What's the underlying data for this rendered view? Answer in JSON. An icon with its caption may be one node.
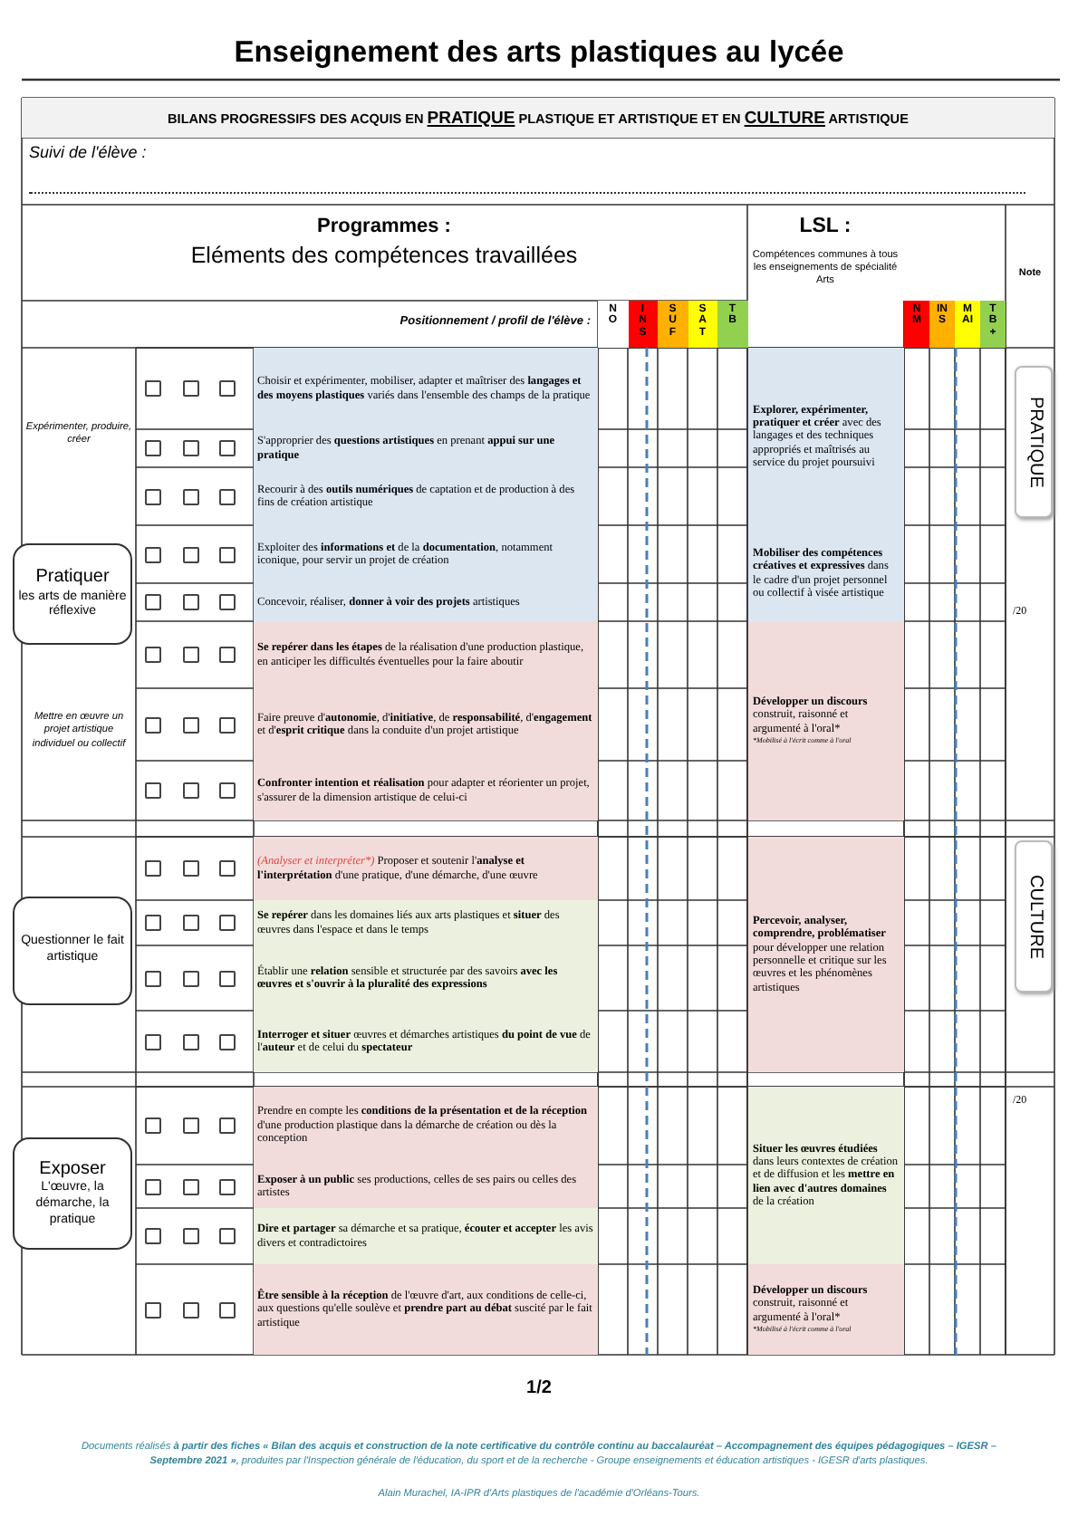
{
  "diagram": {
    "title": "Enseignement des arts plastiques au lycée",
    "nodes": [
      {
        "text": [
          "Pratiquer",
          "les arts de manière réflexive"
        ]
      },
      {
        "text": [
          "PRATIQUE"
        ]
      },
      {
        "text": [
          "Questionner le fait artistique"
        ]
      },
      {
        "text": [
          "CULTURE"
        ]
      },
      {
        "text": [
          "Exposer",
          "L'œuvre, la démarche, la pratique"
        ]
      }
    ],
    "labels": [
      "BILANS PROGRESSIFS DES ACQUIS EN **PRATIQUE** PLASTIQUE ET ARTISTIQUE ET EN **CULTURE** ARTISTIQUE",
      "Suivi de l'élève :",
      "Programmes :",
      "Eléments des compétences travaillées",
      "LSL :",
      "Compétences communes à tous les enseignements de spécialité Arts",
      "Note",
      "Positionnement / profil de l'élève :",
      "NO",
      "INS",
      "SUF",
      "SAT",
      "TB",
      "NM",
      "INS",
      "MAI",
      "TB+",
      "Expérimenter, produire, créer",
      "Choisir et expérimenter, mobiliser, adapter et maîtriser des **langages et des moyens plastiques** variés dans l'ensemble des champs de la pratique",
      "**Explorer, expérimenter, pratiquer et créer** avec des langages et des techniques appropriés et maîtrisés au service du projet poursuivi",
      "S'approprier des **questions artistiques** en prenant **appui sur une pratique**",
      "Recourir à des **outils numériques** de captation et de production à des fins de création artistique",
      "Exploiter des **informations et** de la **documentation**, notamment iconique, pour servir un projet de création",
      "**Mobiliser des compétences créatives et expressives** dans le cadre d'un projet personnel ou collectif à visée artistique",
      "Concevoir, réaliser, **donner à voir des projets** artistiques",
      "/20",
      "**Se repérer dans les étapes** de la réalisation d'une production plastique, en anticiper les difficultés éventuelles pour la faire aboutir",
      "Mettre en œuvre un projet artistique individuel ou collectif",
      "Faire preuve d'**autonomie**, d'**initiative**, de **responsabilité**, d'**engagement** et d'**esprit critique** dans la conduite d'un projet artistique",
      "**Développer un discours** construit, raisonné et argumenté à l'oral*",
      "*Mobilisé à l'écrit comme à l'oral",
      "**Confronter intention et réalisation** pour adapter et réorienter un projet, s'assurer de la dimension artistique de celui-ci",
      "(Analyser et interpréter*)",
      "Proposer et soutenir l'**analyse et l'interprétation** d'une pratique, d'une démarche, d'une œuvre",
      "**Percevoir, analyser, comprendre, problématiser** pour développer une relation personnelle et critique sur les œuvres et les phénomènes artistiques",
      "**Se repérer** dans les domaines liés aux arts plastiques et **situer** des œuvres dans l'espace et dans le temps",
      "Établir une **relation** sensible et structurée par des savoirs **avec les œuvres et s'ouvrir à la pluralité des expressions**",
      "**Interroger et situer** œuvres et démarches artistiques **du point de vue** de l'**auteur** et de celui du **spectateur**",
      "Prendre en compte les **conditions de la présentation et de la réception** d'une production plastique dans la démarche de création ou dès la conception",
      "/20",
      "**Situer les œuvres étudiées** dans leurs contextes de création et de diffusion et les **mettre en lien avec d'autres domaines** de la création",
      "**Exposer à un public** ses productions, celles de ses pairs ou celles des artistes",
      "**Dire et partager** sa démarche et sa pratique, **écouter et accepter** les avis divers et contradictoires",
      "**Être sensible à la réception** de l'œuvre d'art, aux conditions de celle-ci, aux questions qu'elle soulève et **prendre part au débat** suscité par le fait artistique",
      "**Développer un discours** construit, raisonné et argumenté à l'oral*",
      "*Mobilisé à l'écrit comme à l'oral",
      "1/2",
      "Documents réalisés **à partir des fiches « Bilan des acquis et construction de la note certificative du contrôle continu au baccalauréat – Accompagnement des équipes pédagogiques – IGESR – Septembre 2021 »**, produites par l'Inspection générale de l'éducation, du sport et de la recherche - Groupe enseignements et éducation artistiques - IGESR d'arts plastiques.",
      "Alain Murachel, IA-IPR d'Arts plastiques de l'académie d'Orléans-Tours."
    ]
  }
}
